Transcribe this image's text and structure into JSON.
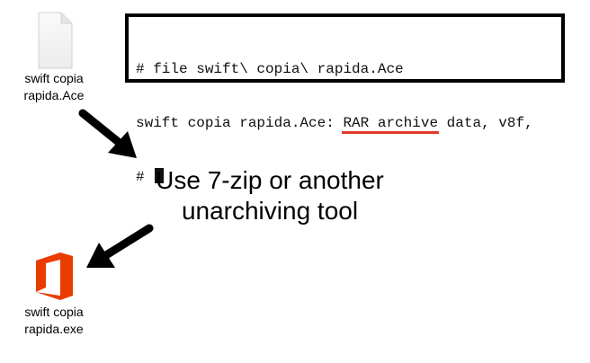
{
  "files": {
    "source": {
      "name_line1": "swift copia",
      "name_line2": "rapida.Ace",
      "icon": "blank-document-icon"
    },
    "result": {
      "name_line1": "swift copia",
      "name_line2": "rapida.exe",
      "icon": "office-logo-icon"
    }
  },
  "terminal": {
    "line1": "# file swift\\ copia\\ rapida.Ace",
    "line2_prefix": "swift copia rapida.Ace: ",
    "line2_highlight": "RAR archive",
    "line2_suffix": " data, v8f,",
    "prompt": "# "
  },
  "caption": {
    "line1": "Use 7-zip or another",
    "line2": "unarchiving tool"
  },
  "colors": {
    "underline": "#e33b2a",
    "office_orange": "#eb3c00"
  }
}
